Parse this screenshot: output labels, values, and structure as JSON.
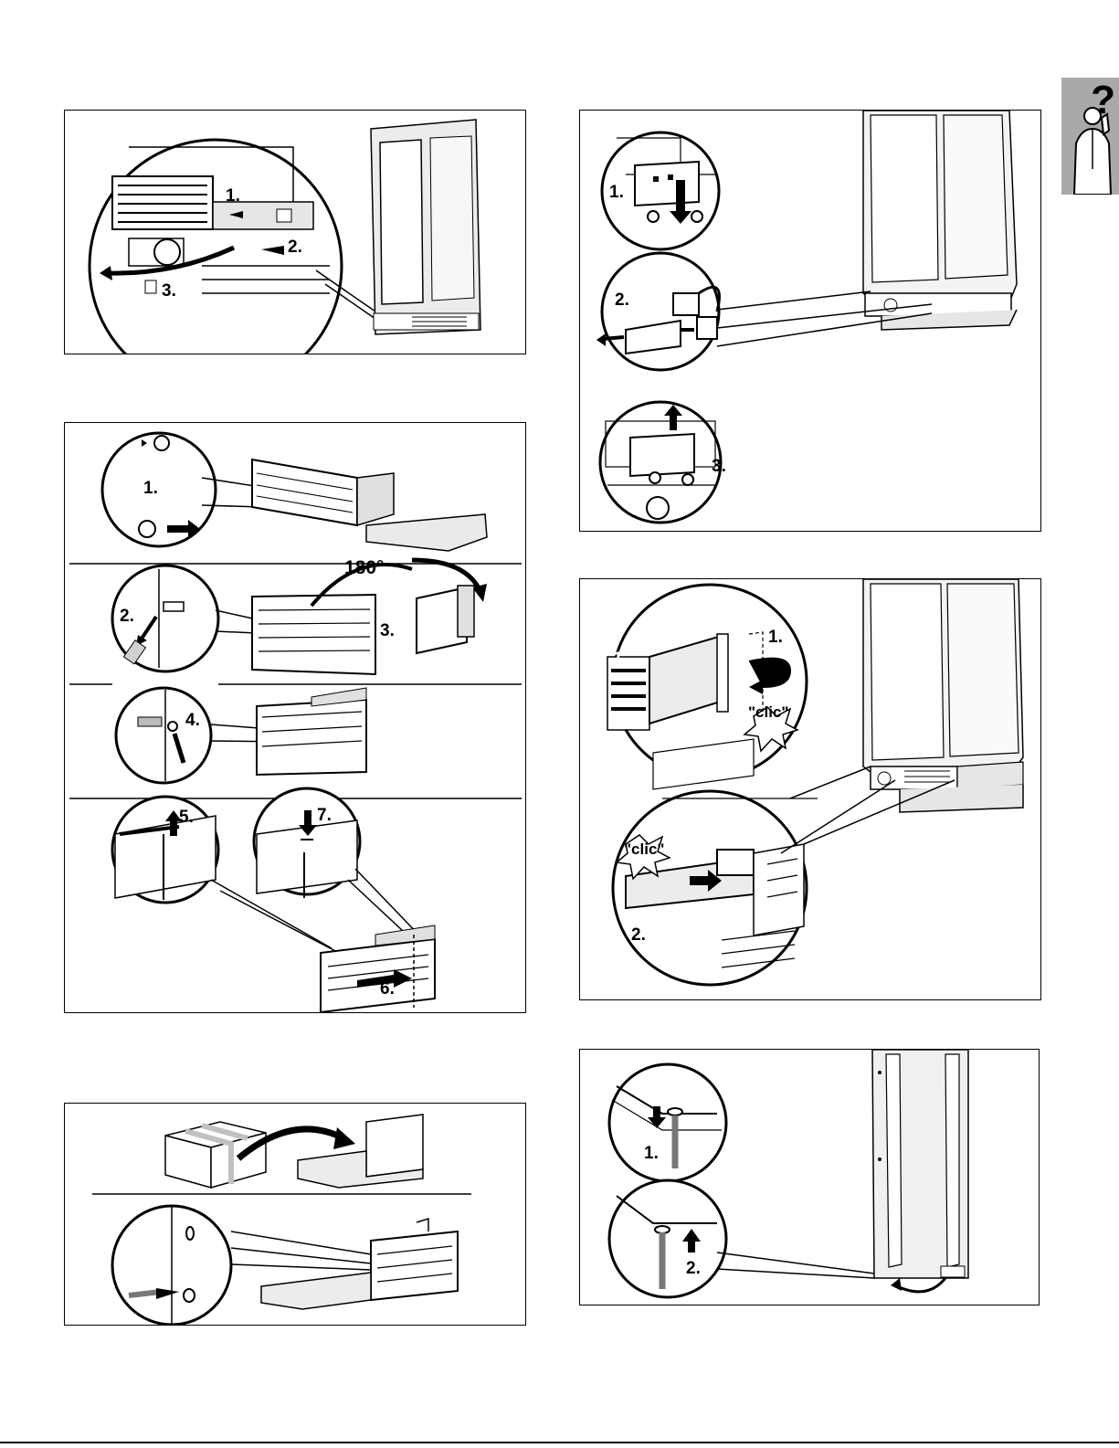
{
  "help_tab": {
    "symbol": "?",
    "icon": "person-on-phone-icon"
  },
  "panels": {
    "p1": {
      "steps": [
        "1.",
        "2.",
        "3."
      ]
    },
    "p2": {
      "steps": [
        "1.",
        "2.",
        "3.",
        "4.",
        "5.",
        "6.",
        "7."
      ],
      "rotation": "180°"
    },
    "p3": {
      "steps": []
    },
    "p4": {
      "steps": [
        "1.",
        "2.",
        "3."
      ]
    },
    "p5": {
      "steps": [
        "1.",
        "1.",
        "2."
      ],
      "sounds": [
        "\"clic\"",
        "\"clic\""
      ]
    },
    "p6": {
      "steps": [
        "1.",
        "2."
      ]
    }
  },
  "colors": {
    "help_tab_bg": "#a9a9a9",
    "line": "#000000",
    "shade": "#d9d9d9"
  }
}
